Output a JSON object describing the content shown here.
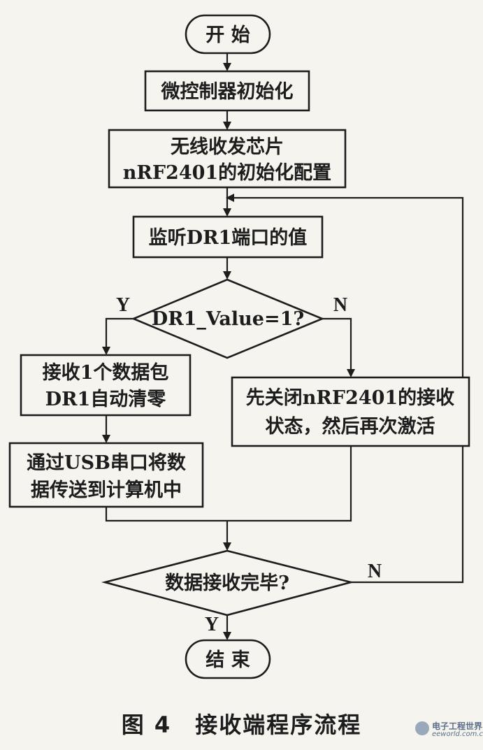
{
  "nodes": {
    "start": "开 始",
    "init_mcu": "微控制器初始化",
    "init_rf_line1": "无线收发芯片",
    "init_rf_line2": "nRF2401的初始化配置",
    "monitor": "监听DR1端口的值",
    "decision1": "DR1_Value=1?",
    "receive_line1": "接收1个数据包",
    "receive_line2": "DR1自动清零",
    "transfer_line1": "通过USB串口将数",
    "transfer_line2": "据传送到计算机中",
    "reset_line1": "先关闭nRF2401的接收",
    "reset_line2": "状态，然后再次激活",
    "decision2": "数据接收完毕?",
    "end": "结 束"
  },
  "labels": {
    "d1_yes": "Y",
    "d1_no": "N",
    "d2_no": "N",
    "d2_yes": "Y"
  },
  "caption": "图 4　接收端程序流程",
  "watermark": {
    "title": "电子工程世界",
    "url": "eeworld.com.cn"
  }
}
